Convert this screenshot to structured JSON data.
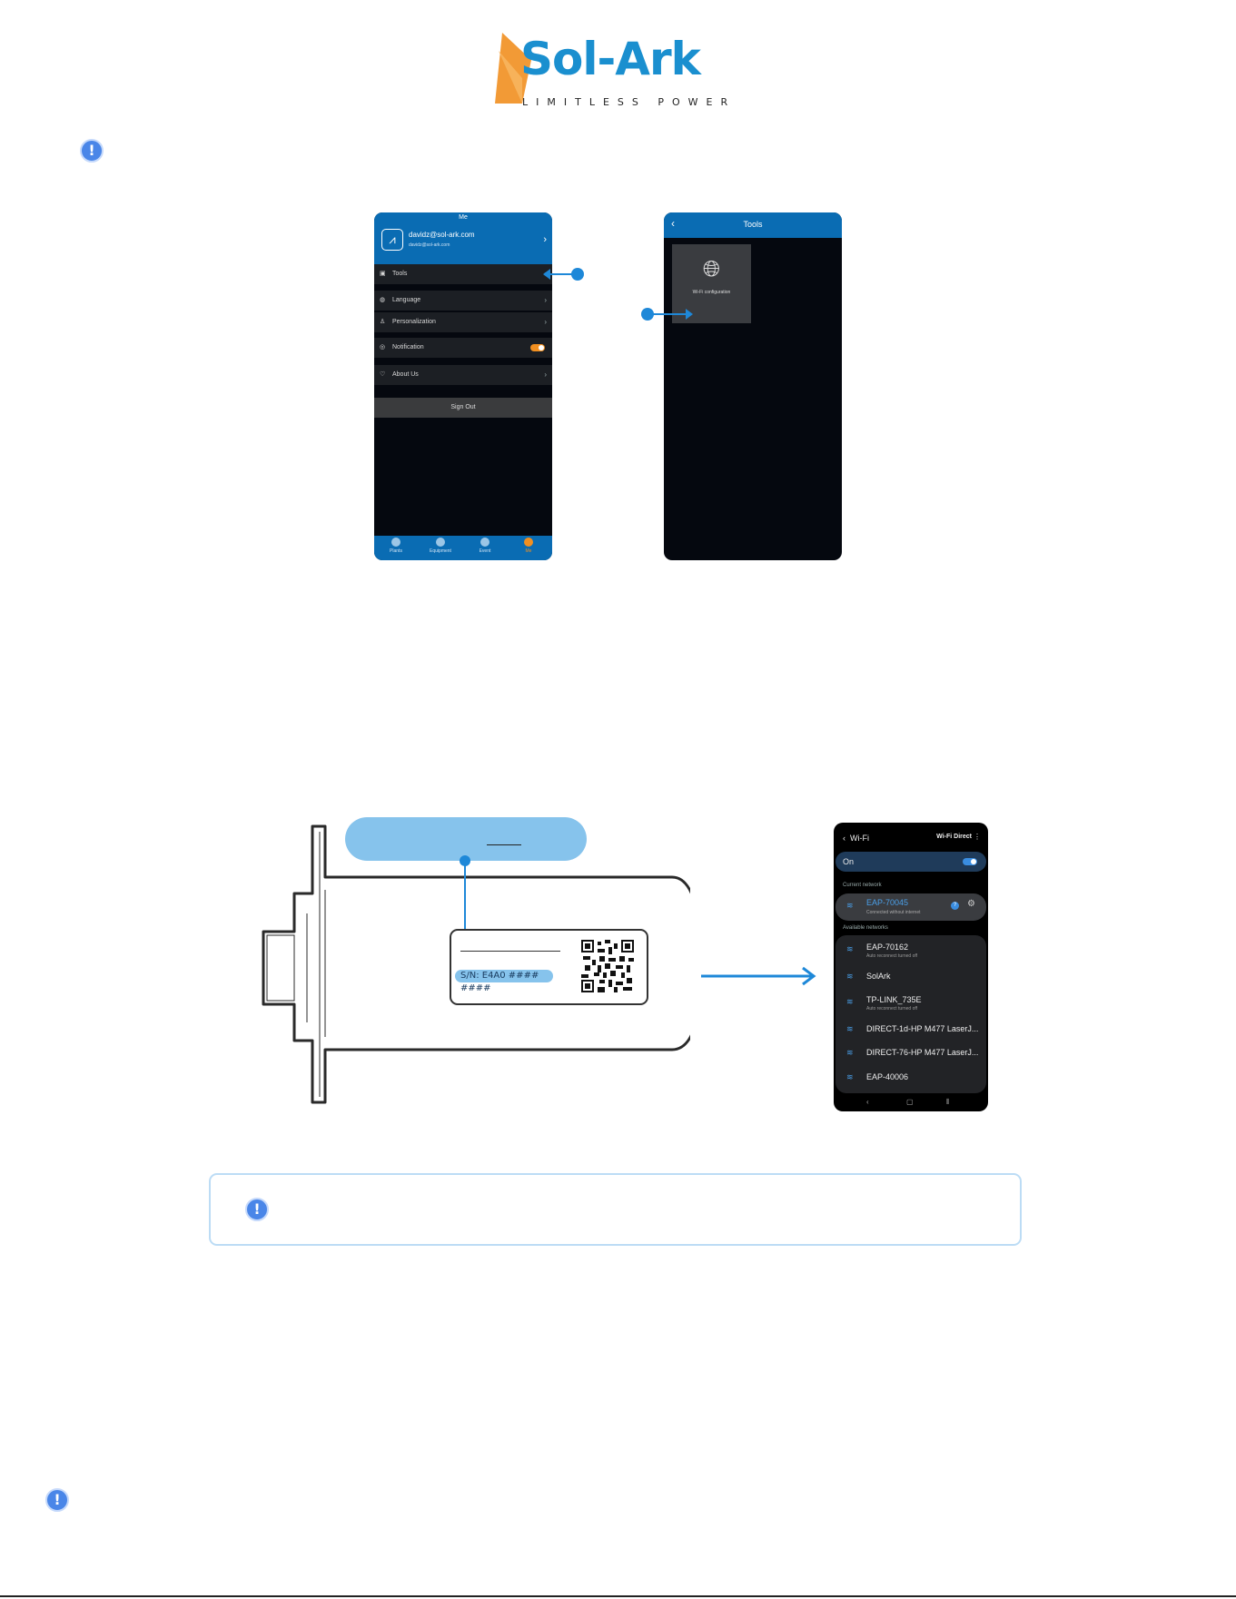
{
  "logo": {
    "word": "Sol-Ark",
    "tagline": "LIMITLESS POWER",
    "accent": "#1a8fcf",
    "sun": "#f18f20"
  },
  "me_screen": {
    "title": "Me",
    "email": "davidz@sol-ark.com",
    "email_sub": "davidz@sol-ark.com",
    "menu": [
      {
        "label": "Tools"
      },
      {
        "label": "Language"
      },
      {
        "label": "Personalization"
      },
      {
        "label": "Notification"
      },
      {
        "label": "About Us"
      }
    ],
    "notification_on": true,
    "sign_out": "Sign Out",
    "tabs": [
      "Plants",
      "Equipment",
      "Event",
      "Me"
    ]
  },
  "tools_screen": {
    "title": "Tools",
    "tile_label": "Wi-Fi configuration"
  },
  "device": {
    "serial": "S/N: E4A0 #### ####"
  },
  "wifi_screen": {
    "title": "Wi-Fi",
    "wifi_direct": "Wi-Fi Direct",
    "on_label": "On",
    "current_header": "Current network",
    "current": {
      "name": "EAP-70045",
      "status": "Connected without internet"
    },
    "available_header": "Available networks",
    "networks": [
      {
        "name": "EAP-70162",
        "status": "Auto reconnect turned off"
      },
      {
        "name": "SolArk",
        "status": ""
      },
      {
        "name": "TP-LINK_735E",
        "status": "Auto reconnect turned off"
      },
      {
        "name": "DIRECT-1d-HP M477 LaserJ...",
        "status": ""
      },
      {
        "name": "DIRECT-76-HP M477 LaserJ...",
        "status": ""
      },
      {
        "name": "EAP-40006",
        "status": ""
      }
    ]
  }
}
